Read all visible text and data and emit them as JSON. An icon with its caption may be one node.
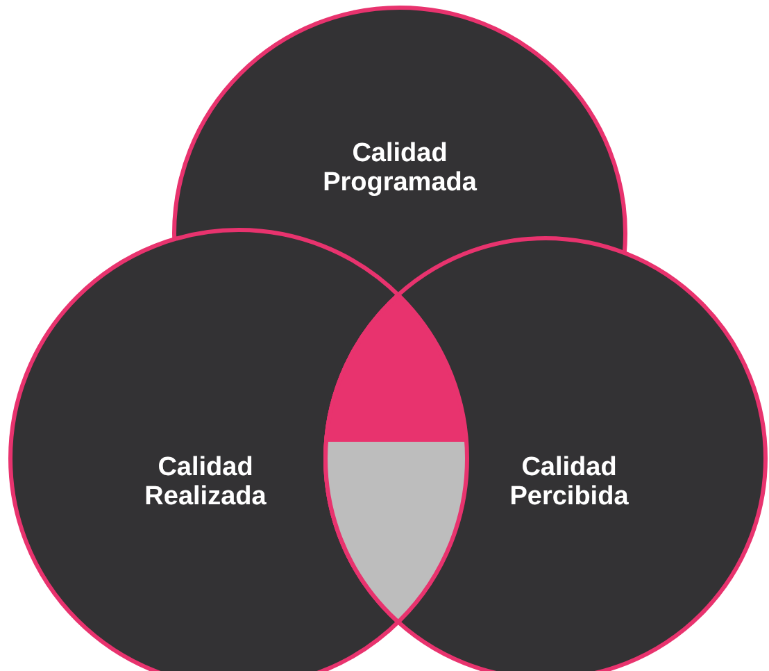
{
  "diagram": {
    "nodes": [
      {
        "text": [
          "Calidad Programada"
        ]
      },
      {
        "text": [
          "Calidad Realizada"
        ]
      },
      {
        "text": [
          "Calidad Percibida"
        ]
      }
    ]
  }
}
